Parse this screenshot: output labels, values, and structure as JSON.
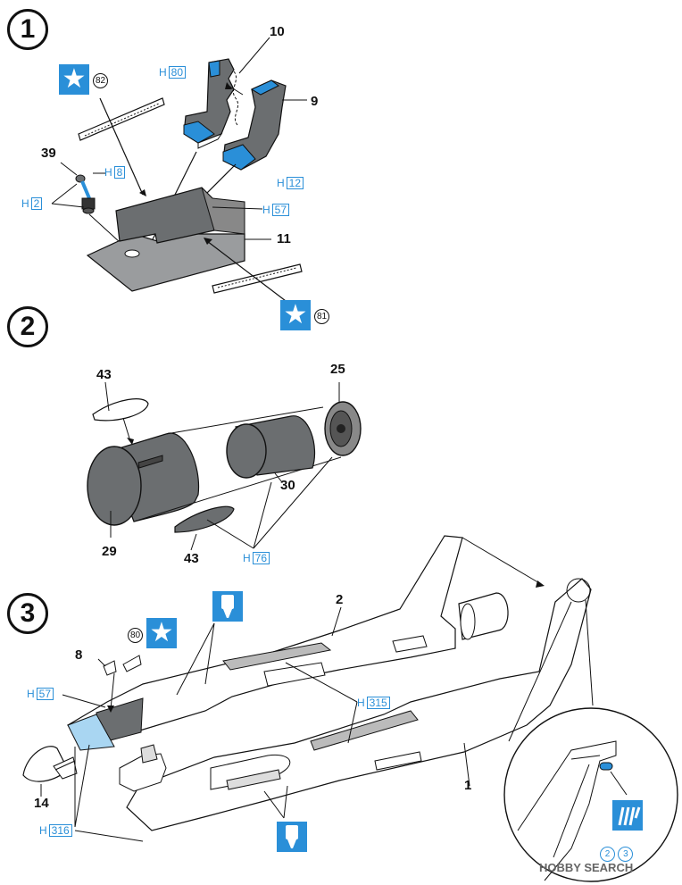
{
  "steps": [
    "1",
    "2",
    "3"
  ],
  "step1": {
    "decal_82": "82",
    "decal_81": "81",
    "labels": {
      "p10": "10",
      "p9": "9",
      "p39": "39",
      "p11": "11"
    },
    "colors": {
      "h80": {
        "code": "80"
      },
      "h8": {
        "code": "8"
      },
      "h2": {
        "code": "2"
      },
      "h12": {
        "code": "12"
      },
      "h57": {
        "code": "57"
      }
    }
  },
  "step2": {
    "labels": {
      "p43a": "43",
      "p25": "25",
      "p30": "30",
      "p29": "29",
      "p43b": "43"
    },
    "colors": {
      "h76": {
        "code": "76"
      }
    }
  },
  "step3": {
    "decal_80": "80",
    "labels": {
      "p2": "2",
      "p8": "8",
      "p14": "14",
      "p1": "1"
    },
    "colors": {
      "h57": {
        "code": "57"
      },
      "h315": {
        "code": "315"
      },
      "h316": {
        "code": "316"
      }
    },
    "paint_note": [
      "2",
      "3"
    ]
  },
  "color_prefix": "H",
  "watermark": "HOBBY SEARCH",
  "icon_names": [
    "star-decal-icon",
    "cement-tube-icon",
    "paint-brush-icon"
  ],
  "accent": "#2a8fd8",
  "part_gray": "#6b6e70"
}
